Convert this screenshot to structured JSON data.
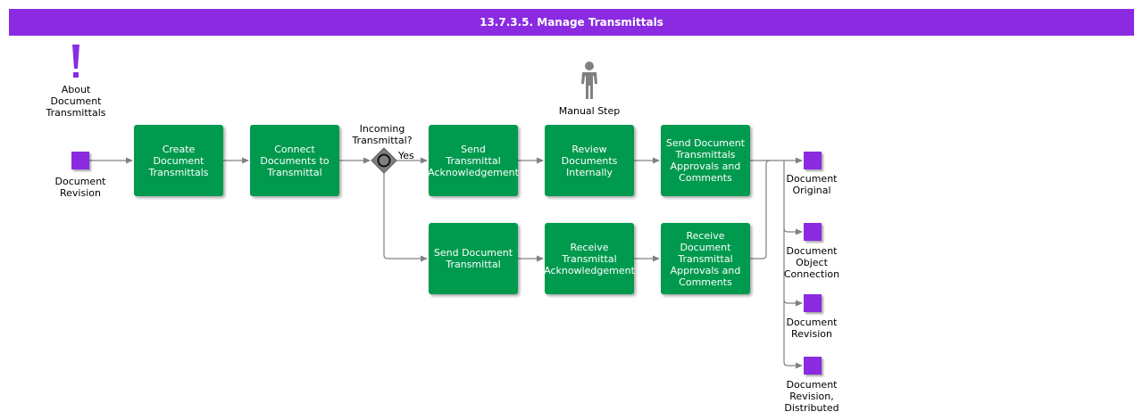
{
  "title": "13.7.3.5. Manage Transmittals",
  "about_label": "About\nDocument\nTransmittals",
  "manual_step_label": "Manual Step",
  "gateway": {
    "question": "Incoming\nTransmittal?",
    "yes_label": "Yes"
  },
  "inputs": {
    "document_revision": "Document\nRevision"
  },
  "steps": {
    "create": "Create\nDocument\nTransmittals",
    "connect": "Connect\nDocuments to\nTransmittal",
    "send_ack": "Send\nTransmittal\nAcknowledgement",
    "review": "Review\nDocuments\nInternally",
    "send_approvals": "Send Document\nTransmittals\nApprovals and\nComments",
    "send_transmittal": "Send Document\nTransmittal",
    "receive_ack": "Receive\nTransmittal\nAcknowledgement",
    "receive_approvals": "Receive\nDocument\nTransmittal\nApprovals and\nComments"
  },
  "outputs": {
    "document_original": "Document\nOriginal",
    "document_object_connection": "Document\nObject\nConnection",
    "document_revision": "Document\nRevision",
    "document_revision_distributed": "Document\nRevision,\nDistributed"
  },
  "colors": {
    "header": "#8a2be2",
    "step": "#009a4e",
    "artifact": "#8a2be2",
    "connector": "#808080",
    "gateway": "#808080"
  },
  "icons": {
    "about": "exclamation-icon",
    "manual_step": "person-icon",
    "gateway": "event-gateway-icon"
  }
}
